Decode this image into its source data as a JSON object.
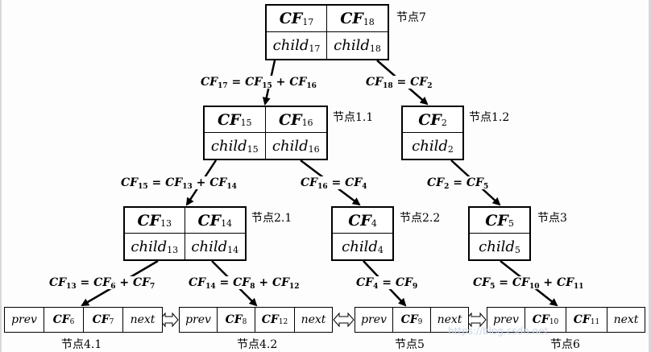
{
  "nodes": {
    "n7": {
      "label": "节点7",
      "cf": [
        [
          "CF",
          "17"
        ],
        [
          "CF",
          "18"
        ]
      ],
      "child": [
        [
          "child",
          "17"
        ],
        [
          "child",
          "18"
        ]
      ]
    },
    "n11": {
      "label": "节点1.1",
      "cf": [
        [
          "CF",
          "15"
        ],
        [
          "CF",
          "16"
        ]
      ],
      "child": [
        [
          "child",
          "15"
        ],
        [
          "child",
          "16"
        ]
      ]
    },
    "n12": {
      "label": "节点1.2",
      "cf": [
        [
          "CF",
          "2"
        ]
      ],
      "child": [
        [
          "child",
          "2"
        ]
      ]
    },
    "n21": {
      "label": "节点2.1",
      "cf": [
        [
          "CF",
          "13"
        ],
        [
          "CF",
          "14"
        ]
      ],
      "child": [
        [
          "child",
          "13"
        ],
        [
          "child",
          "14"
        ]
      ]
    },
    "n22": {
      "label": "节点2.2",
      "cf": [
        [
          "CF",
          "4"
        ]
      ],
      "child": [
        [
          "child",
          "4"
        ]
      ]
    },
    "n3": {
      "label": "节点3",
      "cf": [
        [
          "CF",
          "5"
        ]
      ],
      "child": [
        [
          "child",
          "5"
        ]
      ]
    }
  },
  "leaves": {
    "l41": {
      "label": "节点4.1",
      "cells": [
        [
          "prev",
          ""
        ],
        [
          "CF",
          "6"
        ],
        [
          "CF",
          "7"
        ],
        [
          "next",
          ""
        ]
      ]
    },
    "l42": {
      "label": "节点4.2",
      "cells": [
        [
          "prev",
          ""
        ],
        [
          "CF",
          "8"
        ],
        [
          "CF",
          "12"
        ],
        [
          "next",
          ""
        ]
      ]
    },
    "l5": {
      "label": "节点5",
      "cells": [
        [
          "prev",
          ""
        ],
        [
          "CF",
          "9"
        ],
        [
          "next",
          ""
        ]
      ]
    },
    "l6": {
      "label": "节点6",
      "cells": [
        [
          "prev",
          ""
        ],
        [
          "CF",
          "10"
        ],
        [
          "CF",
          "11"
        ],
        [
          "next",
          ""
        ]
      ]
    }
  },
  "equations": {
    "e17": [
      [
        "CF",
        "17"
      ],
      [
        " = "
      ],
      [
        "CF",
        "15"
      ],
      [
        " + "
      ],
      [
        "CF",
        "16"
      ]
    ],
    "e18": [
      [
        "CF",
        "18"
      ],
      [
        " = "
      ],
      [
        "CF",
        "2"
      ]
    ],
    "e15": [
      [
        "CF",
        "15"
      ],
      [
        " = "
      ],
      [
        "CF",
        "13"
      ],
      [
        " + "
      ],
      [
        "CF",
        "14"
      ]
    ],
    "e16": [
      [
        "CF",
        "16"
      ],
      [
        " = "
      ],
      [
        "CF",
        "4"
      ]
    ],
    "e2": [
      [
        "CF",
        "2"
      ],
      [
        " = "
      ],
      [
        "CF",
        "5"
      ]
    ],
    "e13": [
      [
        "CF",
        "13"
      ],
      [
        " = "
      ],
      [
        "CF",
        "6"
      ],
      [
        " + "
      ],
      [
        "CF",
        "7"
      ]
    ],
    "e14": [
      [
        "CF",
        "14"
      ],
      [
        " = "
      ],
      [
        "CF",
        "8"
      ],
      [
        " + "
      ],
      [
        "CF",
        "12"
      ]
    ],
    "e4": [
      [
        "CF",
        "4"
      ],
      [
        " = "
      ],
      [
        "CF",
        "9"
      ]
    ],
    "e5": [
      [
        "CF",
        "5"
      ],
      [
        " = "
      ],
      [
        "CF",
        "10"
      ],
      [
        " + "
      ],
      [
        "CF",
        "11"
      ]
    ]
  },
  "watermark": "https://blog.csdn.net"
}
